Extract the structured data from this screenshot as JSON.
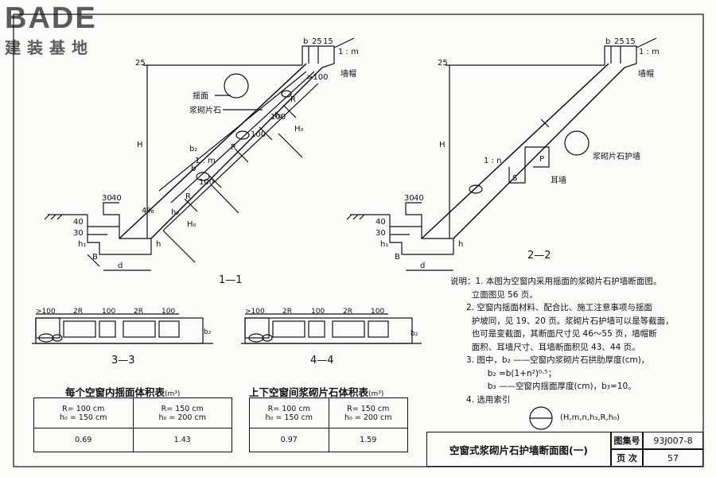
{
  "brand": {
    "name": "BADE",
    "subtitle": "建装基地"
  },
  "section_1_1": {
    "label": "1—1",
    "dims": [
      "b",
      "25",
      "15",
      "25",
      "1 : m",
      "1 : m",
      "H",
      "R",
      "R",
      "R",
      "100",
      "100",
      "100",
      "h₂",
      "h₂",
      "H₀",
      "H₀",
      ">100",
      "b₂",
      "b",
      "30",
      "40",
      "30",
      "40",
      "4%",
      "h₁",
      "d",
      "B",
      "h"
    ],
    "callouts": {
      "surface": "揺面",
      "stone": "浆砌片石",
      "cap": "墙帽"
    }
  },
  "section_2_2": {
    "label": "2—2",
    "dims": [
      "b",
      "25",
      "15",
      "25",
      "1 : m",
      "1 : n",
      "H",
      "P",
      "S",
      "30",
      "40",
      "30",
      "40",
      "h₁",
      "d",
      "B",
      "h"
    ],
    "callouts": {
      "cap": "墙帽",
      "wall": "浆砌片石护墙",
      "ear_wall": "耳墙"
    }
  },
  "section_3_3": {
    "label": "3—3",
    "dims": [
      ">100",
      "2R",
      "100",
      "2R",
      "100",
      "b₂"
    ]
  },
  "section_4_4": {
    "label": "4—4",
    "dims": [
      ">100",
      "2R",
      "100",
      "2R",
      "100",
      "b₂"
    ]
  },
  "table_1": {
    "title": "每个空窗内揺面体积表",
    "unit": "(m³)",
    "col1": [
      "R= 100  cm",
      "h₀ = 150 cm"
    ],
    "col2": [
      "R= 150  cm",
      "h₀ = 200 cm"
    ],
    "values": [
      "0.69",
      "1.43"
    ]
  },
  "table_2": {
    "title": "上下空窗间浆砌片石体积表",
    "unit": "(m³)",
    "col1": [
      "R= 100  cm",
      "h₀ = 150 cm"
    ],
    "col2": [
      "R= 150  cm",
      "h₀ = 200 cm"
    ],
    "values": [
      "0.97",
      "1.59"
    ]
  },
  "notes": [
    "说明：1. 本图为空窗内采用揺面的浆砌片石护墙断面图。",
    "        立面图见 56 页。",
    "      2. 空窗内揺面材料、配合比、施工注意事项与揺面",
    "        护坡同，见 19、20 页。浆砌片石护墙可以是等截面，",
    "        也可是变截面，其断面尺寸见 46～55 页，墙帽断",
    "        面积、耳墙尺寸、耳墙断面积见 43、44 页。",
    "      3. 图中，b₂ ——空窗内浆砌片石拱肋厚度(cm)，",
    "              b₂ =b(1+n²)⁰·⁵；",
    "              b₃ ——空窗内揺面厚度(cm)，b₃=10。",
    "      4. 选用索引"
  ],
  "index_ref": "(H,m,n,h₃,R,h₀)",
  "title_block": {
    "title": "空窗式浆砌片石护墙断面图(一)",
    "atlas_label": "图集号",
    "atlas_no": "93J007-8",
    "page_label": "页  次",
    "page_no": "57"
  }
}
